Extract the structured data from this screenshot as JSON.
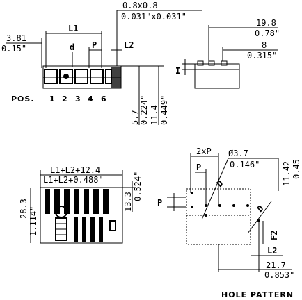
{
  "top_view": {
    "pitch_left_mm": "3.81",
    "pitch_left_in": "0.15\"",
    "label_L1": "L1",
    "label_d": "d",
    "label_P": "P",
    "label_L2": "L2",
    "pin_size_mm": "0.8x0.8",
    "pin_size_in": "0.031\"x0.031\"",
    "pos_label": "POS.",
    "pos_numbers": [
      "1",
      "2",
      "3",
      "4",
      "6"
    ],
    "height_5_7_mm": "5.7",
    "height_5_7_in": "0.224\"",
    "height_11_4_mm": "11.4",
    "height_11_4_in": "0.449\""
  },
  "side_view": {
    "width_mm": "19.8",
    "width_in": "0.78\"",
    "offset_mm": "8",
    "offset_in": "0.315\"",
    "label_I": "I"
  },
  "front_view": {
    "width_mm": "L1+L2+12.4",
    "width_in": "L1+L2+0.488\"",
    "height_left_mm": "28.3",
    "height_left_in": "1.114\"",
    "height_right_mm": "13.3",
    "height_right_in": "0.524\""
  },
  "hole_pattern": {
    "title": "HOLE PATTERN",
    "label_2xP": "2xP",
    "label_P": "P",
    "label_D1": "D",
    "label_D2": "D",
    "hole_dia_mm": "Ø3.7",
    "hole_dia_in": "0.146\"",
    "right_dim_mm": "11.42",
    "right_dim_in": "0.45",
    "label_F2": "F2",
    "label_L2": "L2",
    "width_mm": "21.7",
    "width_in": "0.853\"",
    "label_P_left": "P"
  }
}
